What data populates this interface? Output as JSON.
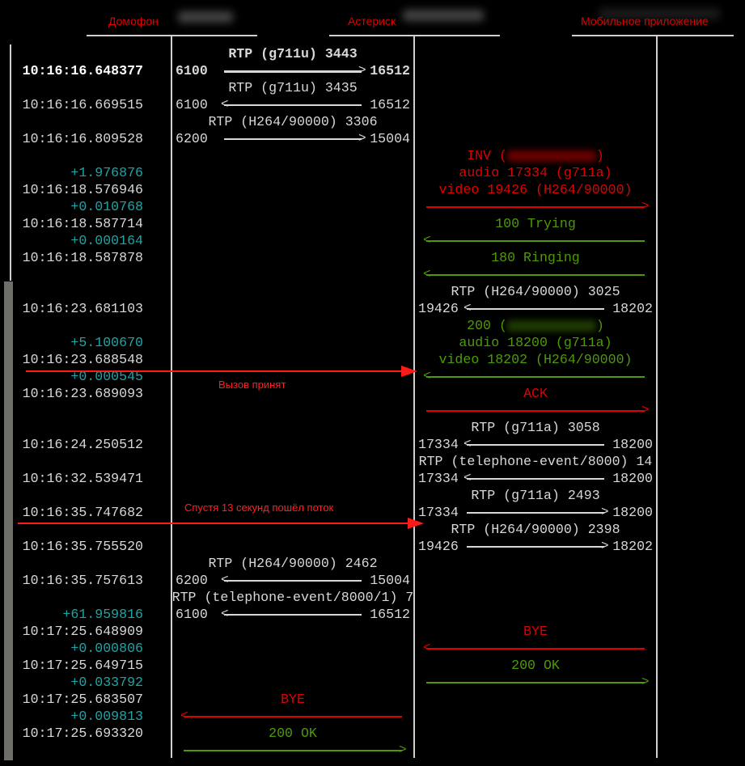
{
  "header": {
    "columns": [
      {
        "label": "Домофон"
      },
      {
        "label": "Астериск"
      },
      {
        "label": "Мобильное приложение"
      }
    ]
  },
  "colors": {
    "red": "#e00000",
    "green": "#4e9a06",
    "cyan": "#1aa6a6",
    "white": "#d8d8d8"
  },
  "annotations": [
    {
      "text": "Вызов принят"
    },
    {
      "text": "Спустя 13 секунд пошёл поток"
    }
  ],
  "rows": [
    {
      "items": [
        {
          "type": "label",
          "span": "ab",
          "text": "RTP (g711u) 3443",
          "color": "white",
          "bold": true
        }
      ]
    },
    {
      "left": {
        "text": "10:16:16.648377",
        "kind": "time",
        "bold": true
      },
      "items": [
        {
          "type": "rtp",
          "span": "ab",
          "dir": "right",
          "src": "6100",
          "dst": "16512",
          "bold": true
        }
      ]
    },
    {
      "items": [
        {
          "type": "label",
          "span": "ab",
          "text": "RTP (g711u) 3435",
          "color": "white"
        }
      ]
    },
    {
      "left": {
        "text": "10:16:16.669515",
        "kind": "time"
      },
      "items": [
        {
          "type": "rtp",
          "span": "ab",
          "dir": "left",
          "src": "6100",
          "dst": "16512"
        }
      ]
    },
    {
      "items": [
        {
          "type": "label",
          "span": "ab",
          "text": "RTP (H264/90000) 3306",
          "color": "white"
        }
      ]
    },
    {
      "left": {
        "text": "10:16:16.809528",
        "kind": "time"
      },
      "items": [
        {
          "type": "rtp",
          "span": "ab",
          "dir": "right",
          "src": "6200",
          "dst": "15004"
        }
      ]
    },
    {
      "items": [
        {
          "type": "label",
          "span": "bc",
          "text": "INV (",
          "suffix": ")",
          "blur": true,
          "color": "red"
        }
      ]
    },
    {
      "left": {
        "text": "+1.976876",
        "kind": "delta"
      },
      "items": [
        {
          "type": "label",
          "span": "bc",
          "text": "audio 17334 (g711a)",
          "color": "red"
        }
      ]
    },
    {
      "left": {
        "text": "10:16:18.576946",
        "kind": "time"
      },
      "items": [
        {
          "type": "label",
          "span": "bc",
          "text": "video 19426 (H264/90000)",
          "color": "red"
        }
      ]
    },
    {
      "left": {
        "text": "+0.010768",
        "kind": "delta"
      },
      "items": [
        {
          "type": "sip",
          "span": "bc",
          "dir": "right",
          "color": "red"
        }
      ]
    },
    {
      "left": {
        "text": "10:16:18.587714",
        "kind": "time"
      },
      "items": [
        {
          "type": "label",
          "span": "bc",
          "text": "100 Trying",
          "color": "green"
        }
      ]
    },
    {
      "left": {
        "text": "+0.000164",
        "kind": "delta"
      },
      "items": [
        {
          "type": "sip",
          "span": "bc",
          "dir": "left",
          "color": "green"
        }
      ]
    },
    {
      "left": {
        "text": "10:16:18.587878",
        "kind": "time"
      },
      "items": [
        {
          "type": "label",
          "span": "bc",
          "text": "180 Ringing",
          "color": "green"
        }
      ]
    },
    {
      "items": [
        {
          "type": "sip",
          "span": "bc",
          "dir": "left",
          "color": "green"
        }
      ]
    },
    {
      "items": [
        {
          "type": "label",
          "span": "bc",
          "text": "RTP (H264/90000) 3025",
          "color": "white"
        }
      ]
    },
    {
      "left": {
        "text": "10:16:23.681103",
        "kind": "time"
      },
      "items": [
        {
          "type": "rtp",
          "span": "bc",
          "dir": "left",
          "src": "19426",
          "dst": "18202"
        }
      ]
    },
    {
      "items": [
        {
          "type": "label",
          "span": "bc",
          "text": "200 (",
          "suffix": ")",
          "blur": true,
          "color": "green"
        }
      ]
    },
    {
      "left": {
        "text": "+5.100670",
        "kind": "delta"
      },
      "items": [
        {
          "type": "label",
          "span": "bc",
          "text": "audio 18200 (g711a)",
          "color": "green"
        }
      ]
    },
    {
      "left": {
        "text": "10:16:23.688548",
        "kind": "time"
      },
      "items": [
        {
          "type": "label",
          "span": "bc",
          "text": "video 18202 (H264/90000)",
          "color": "green"
        }
      ]
    },
    {
      "left": {
        "text": "+0.000545",
        "kind": "delta"
      },
      "items": [
        {
          "type": "sip",
          "span": "bc",
          "dir": "left",
          "color": "green"
        }
      ]
    },
    {
      "left": {
        "text": "10:16:23.689093",
        "kind": "time"
      },
      "items": [
        {
          "type": "label",
          "span": "bc",
          "text": "ACK",
          "color": "red"
        }
      ]
    },
    {
      "items": [
        {
          "type": "sip",
          "span": "bc",
          "dir": "right",
          "color": "red"
        }
      ]
    },
    {
      "items": [
        {
          "type": "label",
          "span": "bc",
          "text": "RTP (g711a) 3058",
          "color": "white"
        }
      ]
    },
    {
      "left": {
        "text": "10:16:24.250512",
        "kind": "time"
      },
      "items": [
        {
          "type": "rtp",
          "span": "bc",
          "dir": "left",
          "src": "17334",
          "dst": "18200"
        }
      ]
    },
    {
      "items": [
        {
          "type": "label",
          "span": "bc",
          "text": "RTP (telephone-event/8000) 14",
          "color": "white"
        }
      ]
    },
    {
      "left": {
        "text": "10:16:32.539471",
        "kind": "time"
      },
      "items": [
        {
          "type": "rtp",
          "span": "bc",
          "dir": "left",
          "src": "17334",
          "dst": "18200"
        }
      ]
    },
    {
      "items": [
        {
          "type": "label",
          "span": "bc",
          "text": "RTP (g711a) 2493",
          "color": "white"
        }
      ]
    },
    {
      "left": {
        "text": "10:16:35.747682",
        "kind": "time"
      },
      "items": [
        {
          "type": "rtp",
          "span": "bc",
          "dir": "right",
          "src": "17334",
          "dst": "18200"
        }
      ]
    },
    {
      "items": [
        {
          "type": "label",
          "span": "bc",
          "text": "RTP (H264/90000) 2398",
          "color": "white"
        }
      ]
    },
    {
      "left": {
        "text": "10:16:35.755520",
        "kind": "time"
      },
      "items": [
        {
          "type": "rtp",
          "span": "bc",
          "dir": "right",
          "src": "19426",
          "dst": "18202"
        }
      ]
    },
    {
      "items": [
        {
          "type": "label",
          "span": "ab",
          "text": "RTP (H264/90000) 2462",
          "color": "white"
        }
      ]
    },
    {
      "left": {
        "text": "10:16:35.757613",
        "kind": "time"
      },
      "items": [
        {
          "type": "rtp",
          "span": "ab",
          "dir": "left",
          "src": "6200",
          "dst": "15004"
        }
      ]
    },
    {
      "items": [
        {
          "type": "label",
          "span": "ab",
          "text": "RTP (telephone-event/8000/1) 7",
          "color": "white"
        }
      ]
    },
    {
      "left": {
        "text": "+61.959816",
        "kind": "delta"
      },
      "items": [
        {
          "type": "rtp",
          "span": "ab",
          "dir": "left",
          "src": "6100",
          "dst": "16512"
        }
      ]
    },
    {
      "left": {
        "text": "10:17:25.648909",
        "kind": "time"
      },
      "items": [
        {
          "type": "label",
          "span": "bc",
          "text": "BYE",
          "color": "red"
        }
      ]
    },
    {
      "left": {
        "text": "+0.000806",
        "kind": "delta"
      },
      "items": [
        {
          "type": "sip",
          "span": "bc",
          "dir": "left",
          "color": "red"
        }
      ]
    },
    {
      "left": {
        "text": "10:17:25.649715",
        "kind": "time"
      },
      "items": [
        {
          "type": "label",
          "span": "bc",
          "text": "200 OK",
          "color": "green"
        }
      ]
    },
    {
      "left": {
        "text": "+0.033792",
        "kind": "delta"
      },
      "items": [
        {
          "type": "sip",
          "span": "bc",
          "dir": "right",
          "color": "green"
        }
      ]
    },
    {
      "left": {
        "text": "10:17:25.683507",
        "kind": "time"
      },
      "items": [
        {
          "type": "label",
          "span": "ab",
          "text": "BYE",
          "color": "red"
        }
      ]
    },
    {
      "left": {
        "text": "+0.009813",
        "kind": "delta"
      },
      "items": [
        {
          "type": "sip",
          "span": "ab",
          "dir": "left",
          "color": "red"
        }
      ]
    },
    {
      "left": {
        "text": "10:17:25.693320",
        "kind": "time"
      },
      "items": [
        {
          "type": "label",
          "span": "ab",
          "text": "200 OK",
          "color": "green"
        }
      ]
    },
    {
      "items": [
        {
          "type": "sip",
          "span": "ab",
          "dir": "right",
          "color": "green"
        }
      ]
    }
  ]
}
